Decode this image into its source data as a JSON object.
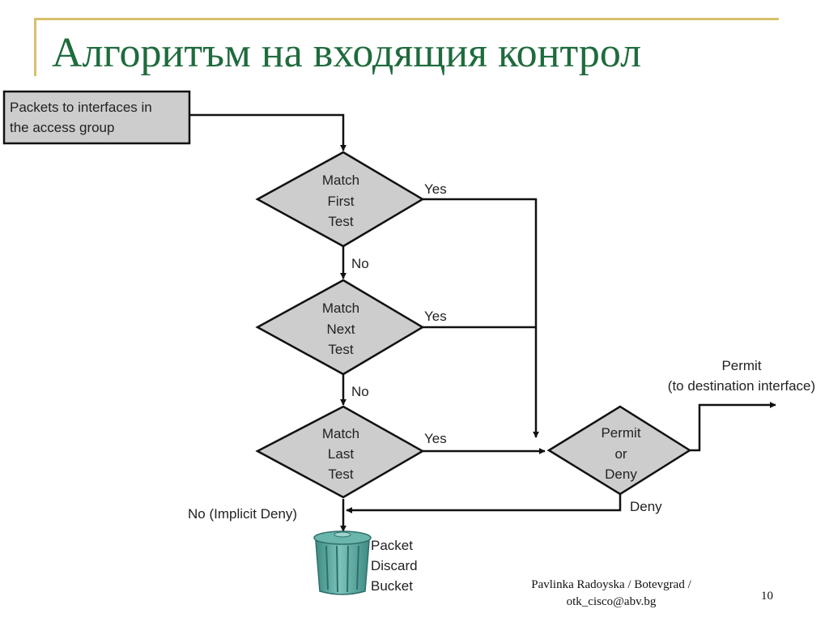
{
  "slide": {
    "title": "Алгоритъм на входящия контрол",
    "footer_line1": "Pavlinka Radoyska / Botevgrad /",
    "footer_line2": "otk_cisco@abv.bg",
    "page_number": "10"
  },
  "diagram": {
    "start_box": {
      "line1": "Packets to interfaces in",
      "line2": "the access group"
    },
    "test_first": {
      "line1": "Match",
      "line2": "First",
      "line3": "Test"
    },
    "test_next": {
      "line1": "Match",
      "line2": "Next",
      "line3": "Test"
    },
    "test_last": {
      "line1": "Match",
      "line2": "Last",
      "line3": "Test"
    },
    "permit_or_deny": {
      "line1": "Permit",
      "line2": "or",
      "line3": "Deny"
    },
    "yes_label": "Yes",
    "no_label": "No",
    "implicit_deny_label": "No (Implicit Deny)",
    "deny_label": "Deny",
    "permit_label": "Permit",
    "permit_sub_label": "(to destination interface)",
    "discard": {
      "line1": "Packet",
      "line2": "Discard",
      "line3": "Bucket"
    },
    "colors": {
      "decision_fill": "#cdcdcd",
      "box_fill": "#cdcdcd",
      "bucket": "#5aa8a0",
      "title": "#1f6b3d",
      "frame": "#d7c06b"
    }
  }
}
